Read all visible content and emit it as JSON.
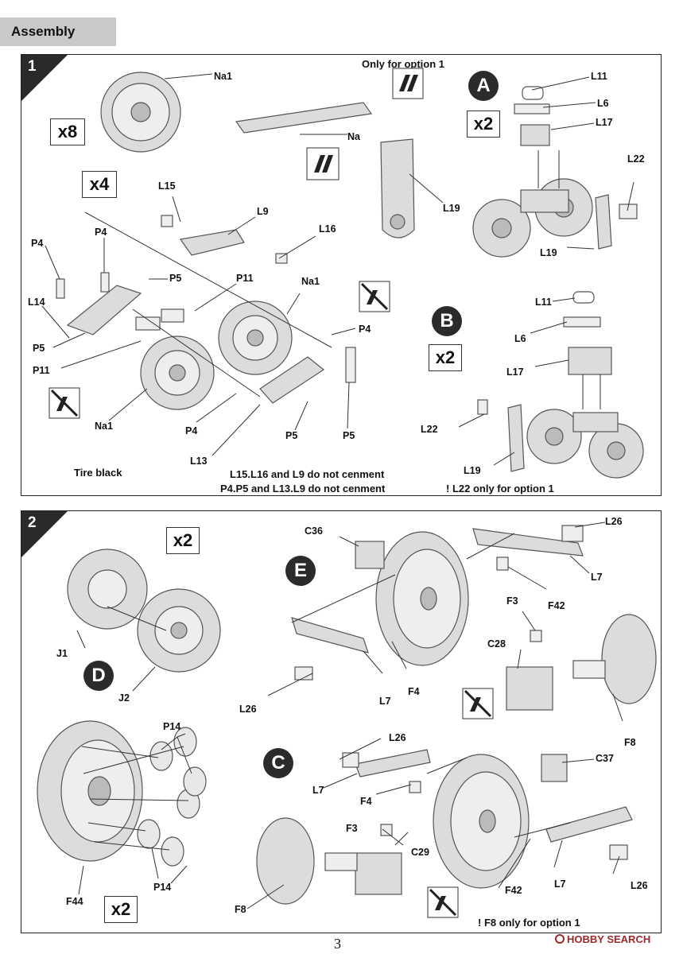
{
  "header": {
    "title": "Assembly"
  },
  "step1": {
    "number": "1",
    "multipliers": {
      "wheel": "x8",
      "suspension": "x4",
      "a": "x2",
      "b": "x2"
    },
    "option_note": "Only for option 1",
    "subassemblies": {
      "a": "A",
      "b": "B"
    },
    "labels": {
      "na1_top": "Na1",
      "na": "Na",
      "l19_opt": "L19",
      "l11_a": "L11",
      "l6_a": "L6",
      "l17_a": "L17",
      "l22_a": "L22",
      "l19_a": "L19",
      "l15": "L15",
      "l9": "L9",
      "l16": "L16",
      "p4_a": "P4",
      "p4_b": "P4",
      "p5_a": "P5",
      "p11_a": "P11",
      "na1_mid": "Na1",
      "l14": "L14",
      "p4_c": "P4",
      "p5_b": "P5",
      "p11_b": "P11",
      "na1_low": "Na1",
      "p4_d": "P4",
      "p5_c": "P5",
      "p5_d": "P5",
      "l13": "L13",
      "l11_b": "L11",
      "l6_b": "L6",
      "l17_b": "L17",
      "l22_b": "L22",
      "l19_b": "L19"
    },
    "notes": {
      "tire": "Tire black",
      "cement_1": "L15.L16 and L9 do not cenment",
      "cement_2": "P4.P5 and L13.L9 do not cenment",
      "l22_option": "! L22 only for option 1"
    }
  },
  "step2": {
    "number": "2",
    "multipliers": {
      "sprocket": "x2",
      "idler": "x2"
    },
    "subassemblies": {
      "d": "D",
      "e": "E",
      "c": "C"
    },
    "labels": {
      "j1": "J1",
      "j2": "J2",
      "p14_top": "P14",
      "f44": "F44",
      "p14_bottom": "P14",
      "c36": "C36",
      "l26_e1": "L26",
      "l7_e1": "L7",
      "f42_e": "F42",
      "f3_e": "F3",
      "c28": "C28",
      "l26_e2": "L26",
      "l7_e2": "L7",
      "f4_e": "F4",
      "f8_e": "F8",
      "l26_c1": "L26",
      "l7_c1": "L7",
      "f4_c": "F4",
      "c37": "C37",
      "f3_c": "F3",
      "c29": "C29",
      "f8_c": "F8",
      "f42_c": "F42",
      "l7_c2": "L7",
      "l26_c2": "L26"
    },
    "notes": {
      "f8_option": "! F8 only for option 1"
    }
  },
  "footer": {
    "page_number": "3",
    "watermark": "HOBBY SEARCH"
  },
  "colors": {
    "corner": "#2a2a2a",
    "header_tab": "#c9c9c9",
    "part_fill": "#dcdcdc",
    "part_stroke": "#555555"
  }
}
